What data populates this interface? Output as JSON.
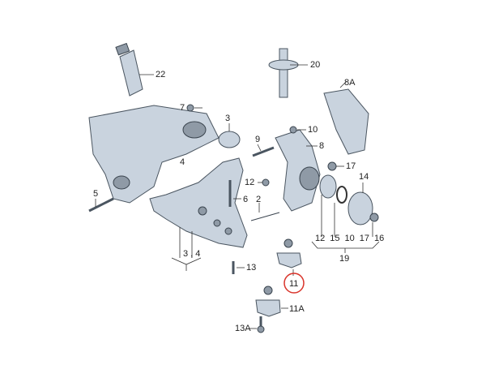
{
  "callouts": {
    "grease_tube": "22",
    "strut": "20",
    "knuckle_alt": "8A",
    "bolt_7": "7",
    "bushing_3": "3",
    "nut_10": "10",
    "bolt_9": "9",
    "knuckle": "8",
    "nut_17": "17",
    "hub": "14",
    "nut_12": "12",
    "label_4": "4",
    "bolt_5": "5",
    "link_2": "2",
    "bolt_6": "6",
    "group_numbers": [
      "12",
      "15",
      "10",
      "17",
      "16"
    ],
    "group_19": "19",
    "group_3_4": "3 , 4",
    "bolt_13": "13",
    "ball_joint_11": "11",
    "ball_joint_11A": "11A",
    "nut_13A": "13A"
  },
  "highlight_color": "#d9342b"
}
